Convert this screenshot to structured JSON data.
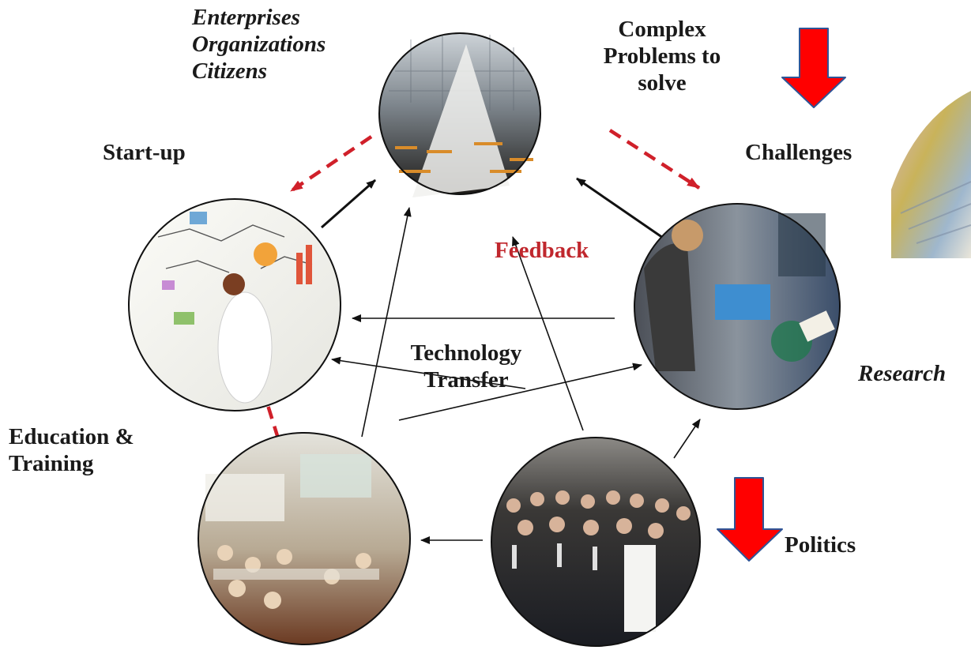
{
  "nodes": {
    "top": {
      "label": [
        "Enterprises",
        "Organizations",
        "Citizens"
      ],
      "image": "atrium-building-photo"
    },
    "startup": {
      "label": "Start-up",
      "image": "business-whiteboard-photo"
    },
    "research": {
      "label": "Research",
      "image": "server-room-photo"
    },
    "education": {
      "label": [
        "Education &",
        "Training"
      ],
      "image": "classroom-photo"
    },
    "politics": {
      "label": "Politics",
      "image": "government-group-photo"
    }
  },
  "annotations": {
    "complex_problems": [
      "Complex",
      "Problems to",
      "solve"
    ],
    "challenges": "Challenges",
    "feedback": "Feedback",
    "technology_transfer": [
      "Technology",
      "Transfer"
    ]
  },
  "side_image": "euro-banknotes-photo",
  "colors": {
    "feedback_text": "#c0272d",
    "dashed_arrow": "#d0202a",
    "big_arrow_fill": "#ff0000",
    "big_arrow_stroke": "#2f5496",
    "arrow_line": "#111111"
  }
}
